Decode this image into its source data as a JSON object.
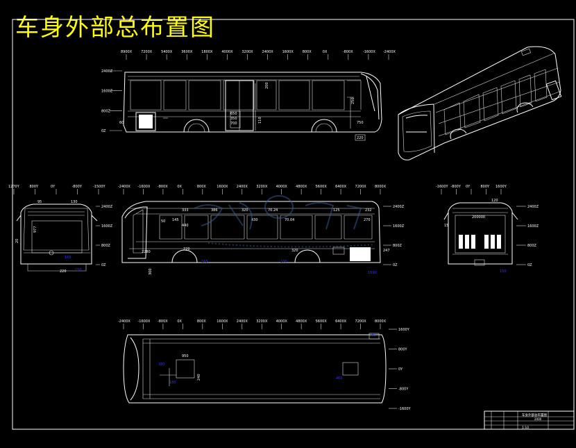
{
  "title": "车身外部总布置图",
  "views": {
    "side_top": {
      "xticks": [
        "8900X",
        "7200X",
        "5400X",
        "3600X",
        "1800X",
        "4000X",
        "3200X",
        "2400X",
        "1600X",
        "800X",
        "0X",
        "-800X",
        "-1600X",
        "-2400X"
      ],
      "yticks": [
        "2400Z",
        "1600Z",
        "800Z",
        "0Z"
      ]
    },
    "front_left": {
      "xticks": [
        "1270Y",
        "800Y",
        "0Y",
        "-800Y",
        "-1500Y"
      ],
      "yticks": [
        "2400Z",
        "1600Z",
        "800Z",
        "0Z"
      ]
    },
    "side_mid": {
      "xticks": [
        "-2400X",
        "-1600X",
        "-800X",
        "0X",
        "800X",
        "1600X",
        "2400X",
        "3200X",
        "4000X",
        "4800X",
        "5600X",
        "6400X",
        "7200X",
        "8000X"
      ],
      "yticks": [
        "2400Z",
        "1600Z",
        "800Z",
        "0Z"
      ],
      "dims": [
        "333",
        "386",
        "320",
        "70.24",
        "125",
        "232",
        "50",
        "145",
        "440",
        "430",
        "70.04",
        "270",
        "220",
        "2280",
        "320",
        "247"
      ]
    },
    "rear_right": {
      "xticks": [
        "-1600Y",
        "-800Y",
        "0Y",
        "800Y",
        "1600Y"
      ],
      "yticks": [
        "2400Z",
        "1600Z",
        "800Z",
        "0Z"
      ]
    },
    "plan": {
      "xticks": [
        "-2400X",
        "-1600X",
        "-800X",
        "0X",
        "800X",
        "1600X",
        "2400X",
        "3200X",
        "4000X",
        "4800X",
        "5600X",
        "6400X",
        "7200X",
        "8000X"
      ],
      "yticks": [
        "1600Y",
        "800Y",
        "0Y",
        "-800Y",
        "-1600Y"
      ],
      "dims": [
        "950",
        "380",
        "240"
      ]
    }
  },
  "title_block": {
    "name": "车身外部总布置图",
    "scale": "1:10"
  }
}
